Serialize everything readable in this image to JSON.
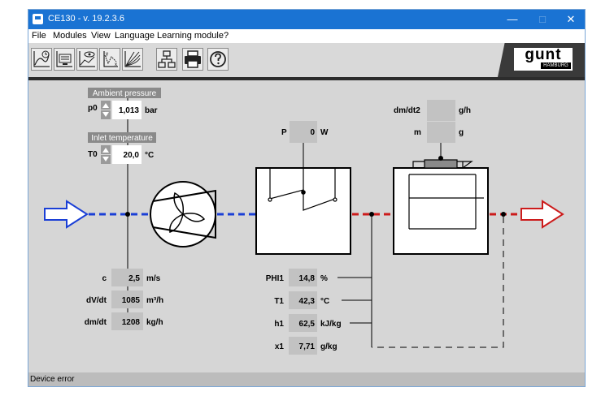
{
  "window": {
    "title": "CE130 - v. 19.2.3.6",
    "minimize_glyph": "—",
    "maximize_glyph": "□",
    "close_glyph": "✕"
  },
  "menu": [
    "File",
    "Modules",
    "View",
    "Language",
    "Learning module",
    "?"
  ],
  "toolbar": {
    "icons": [
      "trend-icon",
      "monitor-icon",
      "eye-chart-icon",
      "xy-chart-icon",
      "chart-family-icon",
      "network-icon",
      "printer-icon",
      "help-icon"
    ],
    "logo_text": "gunt",
    "logo_subtext": "HAMBURG"
  },
  "ambient": {
    "header": "Ambient pressure",
    "label": "p0",
    "value": "1,013",
    "unit": "bar"
  },
  "inlet": {
    "header": "Inlet temperature",
    "label": "T0",
    "value": "20,0",
    "unit": "°C"
  },
  "heater": {
    "label": "P",
    "value": "0",
    "unit": "W"
  },
  "scale": {
    "dmdt2": {
      "label": "dm/dt2",
      "value": "",
      "unit": "g/h"
    },
    "m": {
      "label": "m",
      "value": "",
      "unit": "g"
    }
  },
  "flow": {
    "c": {
      "label": "c",
      "value": "2,5",
      "unit": "m/s"
    },
    "dVdt": {
      "label": "dV/dt",
      "value": "1085",
      "unit": "m³/h"
    },
    "dmdt": {
      "label": "dm/dt",
      "value": "1208",
      "unit": "kg/h"
    }
  },
  "state1": {
    "phi1": {
      "label": "PHI1",
      "value": "14,8",
      "unit": "%"
    },
    "t1": {
      "label": "T1",
      "value": "42,3",
      "unit": "°C"
    },
    "h1": {
      "label": "h1",
      "value": "62,5",
      "unit": "kJ/kg"
    },
    "x1": {
      "label": "x1",
      "value": "7,71",
      "unit": "g/kg"
    }
  },
  "statusbar": {
    "text": "Device error"
  },
  "colors": {
    "titlebar": "#1a73d3",
    "inlet_flow": "#1a3fd6",
    "outlet_flow": "#cc1b1b",
    "value_box": "#c2c2c2"
  }
}
